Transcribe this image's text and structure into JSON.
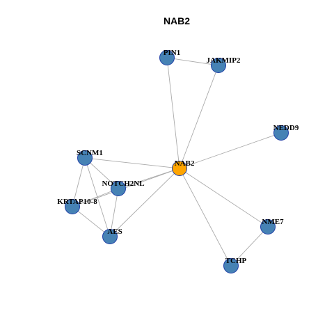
{
  "title": "NAB2",
  "colors": {
    "hub": "#ffa500",
    "neighbor": "#4682b4",
    "node_border": "#1f3ea6",
    "edge": "#aaaaaa"
  },
  "nodes": [
    {
      "id": "NAB2",
      "label": "NAB2",
      "hub": true
    },
    {
      "id": "PIN1",
      "label": "PIN1",
      "hub": false
    },
    {
      "id": "JAKMIP2",
      "label": "JAKMIP2",
      "hub": false
    },
    {
      "id": "NEDD9",
      "label": "NEDD9",
      "hub": false
    },
    {
      "id": "SCNM1",
      "label": "SCNM1",
      "hub": false
    },
    {
      "id": "NOTCH2NL",
      "label": "NOTCH2NL",
      "hub": false
    },
    {
      "id": "KRTAP10-8",
      "label": "KRTAP10-8",
      "hub": false
    },
    {
      "id": "AES",
      "label": "AES",
      "hub": false
    },
    {
      "id": "NME7",
      "label": "NME7",
      "hub": false
    },
    {
      "id": "TCHP",
      "label": "TCHP",
      "hub": false
    }
  ],
  "edges": [
    [
      "PIN1",
      "JAKMIP2"
    ],
    [
      "PIN1",
      "NAB2"
    ],
    [
      "JAKMIP2",
      "NAB2"
    ],
    [
      "NEDD9",
      "NAB2"
    ],
    [
      "SCNM1",
      "NAB2"
    ],
    [
      "SCNM1",
      "NOTCH2NL"
    ],
    [
      "SCNM1",
      "KRTAP10-8"
    ],
    [
      "SCNM1",
      "AES"
    ],
    [
      "NOTCH2NL",
      "NAB2"
    ],
    [
      "NOTCH2NL",
      "KRTAP10-8"
    ],
    [
      "NOTCH2NL",
      "AES"
    ],
    [
      "KRTAP10-8",
      "NAB2"
    ],
    [
      "KRTAP10-8",
      "AES"
    ],
    [
      "AES",
      "NAB2"
    ],
    [
      "NME7",
      "NAB2"
    ],
    [
      "NME7",
      "TCHP"
    ],
    [
      "TCHP",
      "NAB2"
    ]
  ]
}
